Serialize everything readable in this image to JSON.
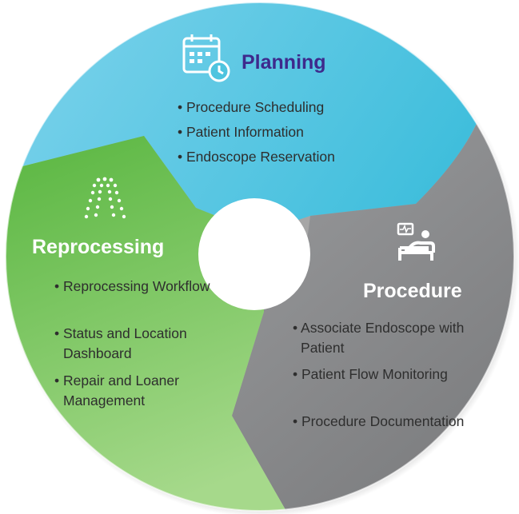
{
  "diagram": {
    "colors": {
      "planning": "#4EC4DF",
      "procedure": "#8E8F91",
      "reprocessing": "#6DBE4B",
      "text_dark": "#2E2E2E",
      "title_purple": "#3E2A8C",
      "white": "#FFFFFF"
    },
    "segments": [
      {
        "title": "Planning",
        "icon": "calendar-clock-icon",
        "items": [
          "Procedure Scheduling",
          "Patient Information",
          "Endoscope Reservation"
        ]
      },
      {
        "title": "Procedure",
        "icon": "hospital-bed-patient-icon",
        "items": [
          "Associate Endoscope with Patient",
          "Patient Flow Monitoring",
          "Procedure Documentation"
        ]
      },
      {
        "title": "Reprocessing",
        "icon": "water-spray-icon",
        "items": [
          "Reprocessing Workflow",
          "Status and Location Dashboard",
          "Repair and Loaner Management"
        ]
      }
    ]
  }
}
